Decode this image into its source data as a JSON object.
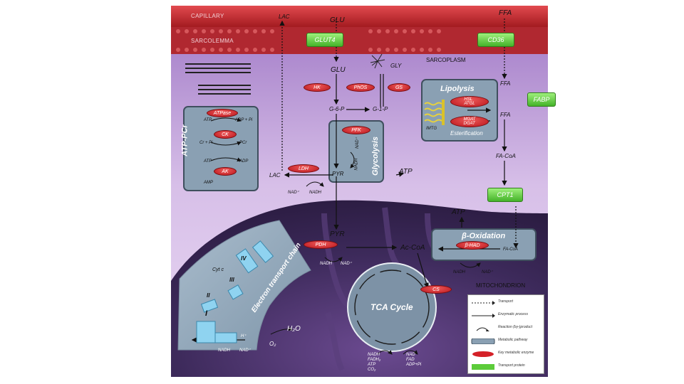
{
  "regions": {
    "capillary": "CAPILLARY",
    "sarcolemma": "SARCOLEMMA",
    "sarcoplasm": "SARCOPLASM",
    "mitochondrion": "MITOCHONDRION"
  },
  "transporters": {
    "glut4": "GLUT4",
    "cd36": "CD36",
    "fabp": "FABP",
    "cpt1": "CPT1"
  },
  "metabolites": {
    "glu_top": "GLU",
    "glu": "GLU",
    "ffa_top": "FFA",
    "ffa1": "FFA",
    "ffa2": "FFA",
    "lac_top": "LAC",
    "lac": "LAC",
    "gly": "GLY",
    "g6p": "G-6-P",
    "g1p": "G-1-P",
    "pyr1": "PYR",
    "pyr2": "PYR",
    "atp_glyc": "ATP",
    "fa_coa": "FA-CoA",
    "fa_coa2": "FA-CoA",
    "atp_beta": "ATP",
    "ac_coa": "Ac-CoA",
    "h2o": "H₂O",
    "o2": "O₂",
    "nad_pdh": "NADH",
    "nadp_pdh": "NAD⁺",
    "nadh_beta": "NADH",
    "nadp_beta": "NAD⁺",
    "nadp_ldh": "NAD⁺",
    "nadh_ldh": "NADH",
    "nadh_glyc": "NADH",
    "nadp_glyc": "NAD⁺",
    "imtg": "IMTG",
    "etc_nadh": "NADH",
    "etc_nadp": "NAD⁺",
    "etc_h": "H⁺",
    "tca_out_left": "NADH\nFADH₂\nATP\nCO₂",
    "tca_out_right": "NAD\nFAD\nADP+Pi"
  },
  "atp_pcr": {
    "atp1": "ATP",
    "adp1": "ADP + Pi",
    "cr": "Cr + Pi",
    "pcr": "PCr",
    "atp2": "ATP",
    "adp2": "ADP",
    "amp": "AMP"
  },
  "enzymes": {
    "hk": "HK",
    "phos": "PhOS",
    "gs": "GS",
    "pfk": "PFK",
    "ldh": "LDH",
    "atpase": "ATPase",
    "ck": "CK",
    "ak": "AK",
    "hsl": "HSL\nATGL",
    "mgat": "MGAT\nDGAT",
    "pdh": "PDH",
    "bhad": "β-HAD",
    "cs": "CS"
  },
  "pathways": {
    "lipolysis": "Lipolysis",
    "esterification": "Esterification",
    "glycolysis": "Glycolysis",
    "atp_pcr": "ATP-PCr",
    "beta_oxidation": "β-Oxidation",
    "tca": "TCA Cycle",
    "etc": "Electron transport chain"
  },
  "etc_complexes": {
    "i": "I",
    "ii": "II",
    "iii": "III",
    "iv": "IV",
    "cytc": "Cyt c"
  },
  "legend": [
    {
      "symbol": "dotted-arrow",
      "label": "Transport"
    },
    {
      "symbol": "solid-arrow",
      "label": "Enzymatic process"
    },
    {
      "symbol": "curved-arrow",
      "label": "Reaction (by-)product"
    },
    {
      "symbol": "box",
      "label": "Metabolic pathway"
    },
    {
      "symbol": "ellipse",
      "label": "Key metabolic enzyme"
    },
    {
      "symbol": "green-rect",
      "label": "Transport protein"
    }
  ],
  "colors": {
    "capillary": "#c0272d",
    "sarcoplasm_top": "#a880cc",
    "sarcoplasm_bottom": "#e2cdf0",
    "mitochondrion": "#3a2655",
    "enzyme": "#d42128",
    "transporter": "#5ccc3a",
    "pathway_box": "#8da3b6",
    "etc_fill": "#9fb4c6",
    "complex": "#8fd3f0"
  }
}
